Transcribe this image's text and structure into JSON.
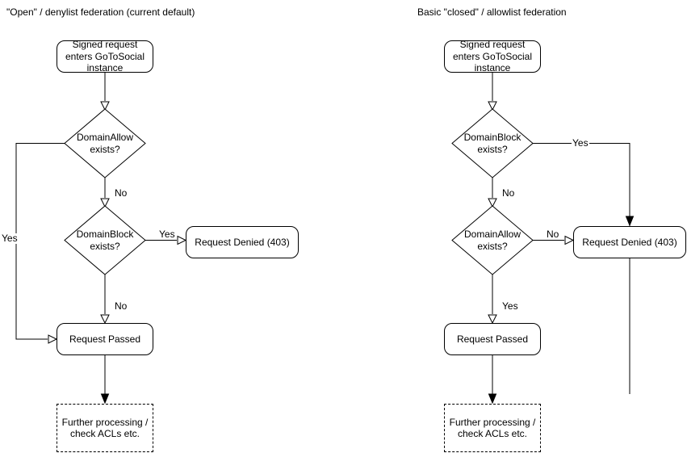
{
  "charts": {
    "left": {
      "title": "\"Open\" / denylist federation (current default)",
      "start": "Signed request enters GoToSocial instance",
      "decision1": "DomainAllow exists?",
      "decision2": "DomainBlock exists?",
      "denied": "Request Denied (403)",
      "passed": "Request Passed",
      "further": "Further processing / check ACLs etc.",
      "labels": {
        "d1_no": "No",
        "d1_yes": "Yes",
        "d2_yes": "Yes",
        "d2_no": "No"
      }
    },
    "right": {
      "title": "Basic \"closed\" / allowlist federation",
      "start": "Signed request enters GoToSocial instance",
      "decision1": "DomainBlock exists?",
      "decision2": "DomainAllow exists?",
      "denied": "Request Denied (403)",
      "passed": "Request Passed",
      "further": "Further processing / check ACLs etc.",
      "labels": {
        "d1_yes": "Yes",
        "d1_no": "No",
        "d2_no": "No",
        "d2_yes": "Yes"
      }
    },
    "colors": {
      "stroke": "#000000",
      "fill": "#ffffff"
    }
  }
}
